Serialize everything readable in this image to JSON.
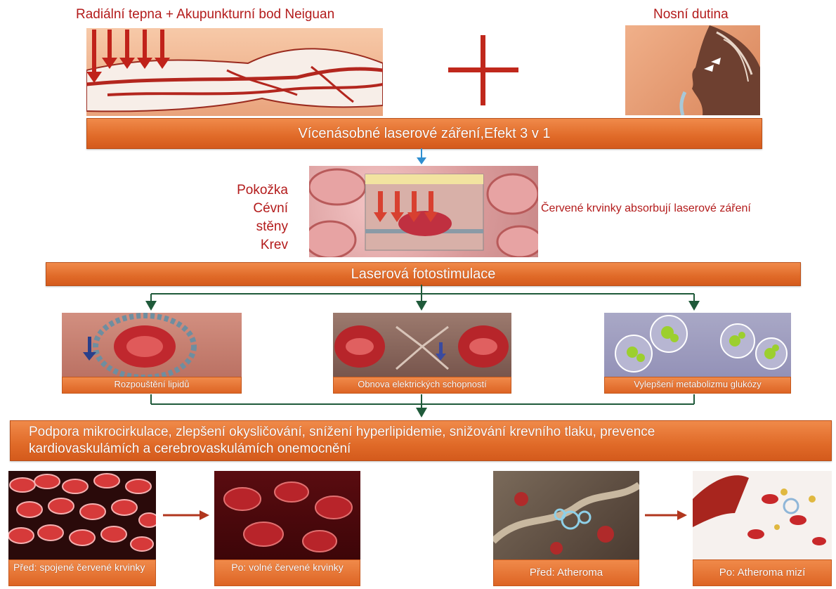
{
  "top": {
    "left_title": "Radiální tepna + Akupunkturní bod Neiguan",
    "right_title": "Nosní dutina",
    "plus_symbol": "+"
  },
  "bars": {
    "irradiation": "Vícenásobné laserové záření,Efekt 3 v 1",
    "photostimulation": "Laserová fotostimulace",
    "benefits_line1": "Podpora mikrocirkulace, zlepšení okysličování, snížení hyperlipidemie, snižování krevního tlaku, prevence",
    "benefits_line2": "kardiovaskulámích a cerebrovaskulámích onemocnění"
  },
  "layers": {
    "skin": "Pokožka",
    "vessel_walls": "Cévní stěny",
    "blood": "Krev",
    "absorption_note": "Červené krvinky absorbují laserové záření"
  },
  "effects": [
    {
      "caption": "Rozpouštění lipidů"
    },
    {
      "caption": "Obnova elektrických schopností"
    },
    {
      "caption": "Vylepšení metabolizmu glukózy"
    }
  ],
  "comparisons": [
    {
      "caption": "Před: spojené červené krvinky"
    },
    {
      "caption": "Po: volné červené krvinky"
    },
    {
      "caption": "Před: Atheroma"
    },
    {
      "caption": "Po: Atheroma mizí"
    }
  ],
  "colors": {
    "bar_orange": "#e06a28",
    "title_red": "#b31b1b",
    "connector_green": "#1f5a3a",
    "arrow_blue": "#2f8fd0",
    "arrow_red": "#b1361e"
  }
}
